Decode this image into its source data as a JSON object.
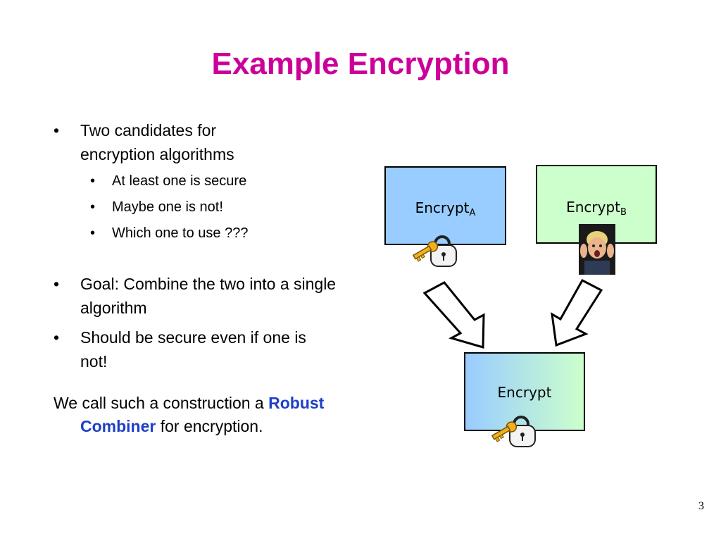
{
  "slide": {
    "title": "Example Encryption",
    "page_number": "3"
  },
  "bullets": {
    "item1": "Two candidates for encryption algorithms",
    "sub1": "At least one is secure",
    "sub2": "Maybe one is not!",
    "sub3": "Which one to use ???",
    "item2": "Goal: Combine the two into a single algorithm",
    "item3": "Should be secure even if one is not!"
  },
  "conclusion": {
    "prefix": "We call such a construction a",
    "term": "Robust Combiner",
    "suffix": "for encryption."
  },
  "diagram": {
    "box_a": {
      "label": "Encrypt",
      "subscript": "A"
    },
    "box_b": {
      "label": "Encrypt",
      "subscript": "B"
    },
    "box_combined": {
      "label": "Encrypt"
    },
    "icons": [
      "key-lock-icon",
      "scared-person-photo",
      "key-lock-icon",
      "arrow-down-right-icon",
      "arrow-down-left-icon"
    ]
  },
  "colors": {
    "title": "#cc0099",
    "highlight": "#1f3fc8",
    "box_a_fill": "#99ccff",
    "box_b_fill": "#ccffcc"
  }
}
